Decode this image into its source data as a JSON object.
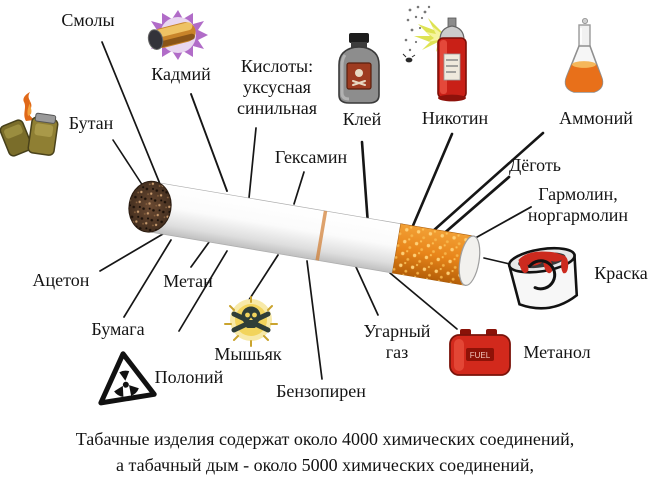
{
  "labels": {
    "smoly": "Смолы",
    "kadmiy": "Кадмий",
    "butan": "Бутан",
    "kisloty": "Кислоты:\nуксусная\nсинильная",
    "kley": "Клей",
    "nikotin": "Никотин",
    "ammoniy": "Аммоний",
    "geksamin": "Гексамин",
    "dyogot": "Дёготь",
    "garmolin": "Гармолин,\nноргармолин",
    "atseton": "Ацетон",
    "metan": "Метан",
    "kraska": "Краска",
    "bumaga": "Бумага",
    "myshyak": "Мышьяк",
    "ugarny_gaz": "Угарный\nгаз",
    "poloniy": "Полоний",
    "metanol": "Метанол",
    "benzopiren": "Бензопирен"
  },
  "fuel_label": "FUEL",
  "footer": {
    "line1": "Табачные изделия содержат около 4000 химических соединений,",
    "line2": "а табачный дым - около 5000 химических соединений,"
  },
  "icons": {
    "kadmiy": "battery-icon",
    "butan": "lighter-icon",
    "kley": "glue-bottle-icon",
    "nikotin": "spray-can-icon",
    "ammoniy": "flask-icon",
    "kraska": "paint-can-icon",
    "metanol": "fuel-can-icon",
    "myshyak": "skull-crossbones-icon",
    "poloniy": "radiation-warning-icon"
  },
  "colors": {
    "background": "#ffffff",
    "text": "#141414",
    "pointer_line": "#161616",
    "filter_orange": "#e8851a",
    "tip_brown": "#53392a",
    "paint_red": "#cc2a1e",
    "fuel_red": "#d2291c",
    "burst_purple": "#a85cc2",
    "skull_yellow": "#f2d45c"
  }
}
